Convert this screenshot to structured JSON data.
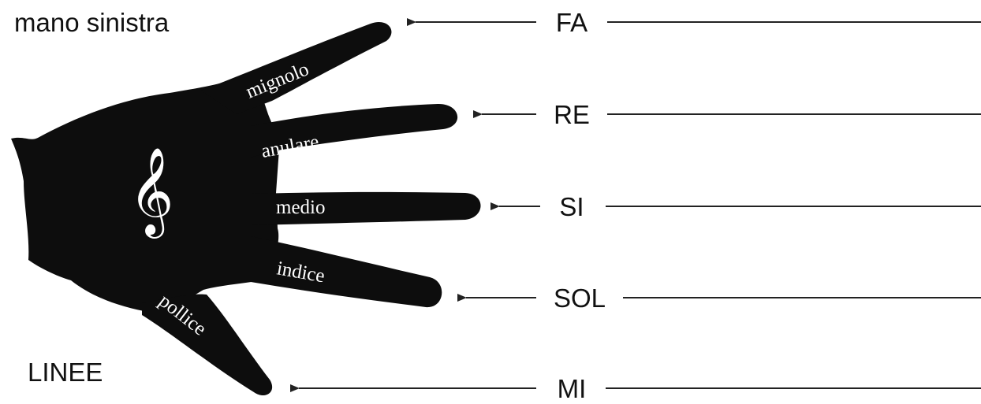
{
  "title": "mano sinistra",
  "section_label": "LINEE",
  "clef_glyph": "𝄞",
  "fingers": [
    {
      "id": "mignolo",
      "label": "mignolo",
      "note": "FA"
    },
    {
      "id": "anulare",
      "label": "anulare",
      "note": "RE"
    },
    {
      "id": "medio",
      "label": "medio",
      "note": "SI"
    },
    {
      "id": "indice",
      "label": "indice",
      "note": "SOL"
    },
    {
      "id": "pollice",
      "label": "pollice",
      "note": "MI"
    }
  ],
  "colors": {
    "hand": "#0d0d0d",
    "line": "#222222",
    "text": "#111111",
    "finger_text": "#ffffff"
  }
}
